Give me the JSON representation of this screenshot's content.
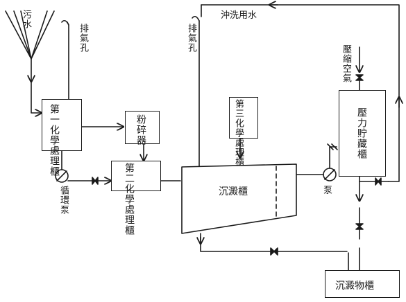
{
  "labels": {
    "wastewater": "污水",
    "vent1": "排氣孔",
    "vent2": "排氣孔",
    "flush_water": "沖洗用水",
    "compressed_air": "壓縮空氣",
    "circulation_pump": "循環泵",
    "pump": "泵"
  },
  "boxes": {
    "chem1": "第一化學處理櫃",
    "crusher": "粉碎器",
    "chem2": "第二化學處理櫃",
    "chem3": "第三化學處理櫃",
    "settling_tank": "沉澱櫃",
    "pressure_tank": "壓力貯藏櫃",
    "sediment_tank": "沉澱物櫃"
  }
}
